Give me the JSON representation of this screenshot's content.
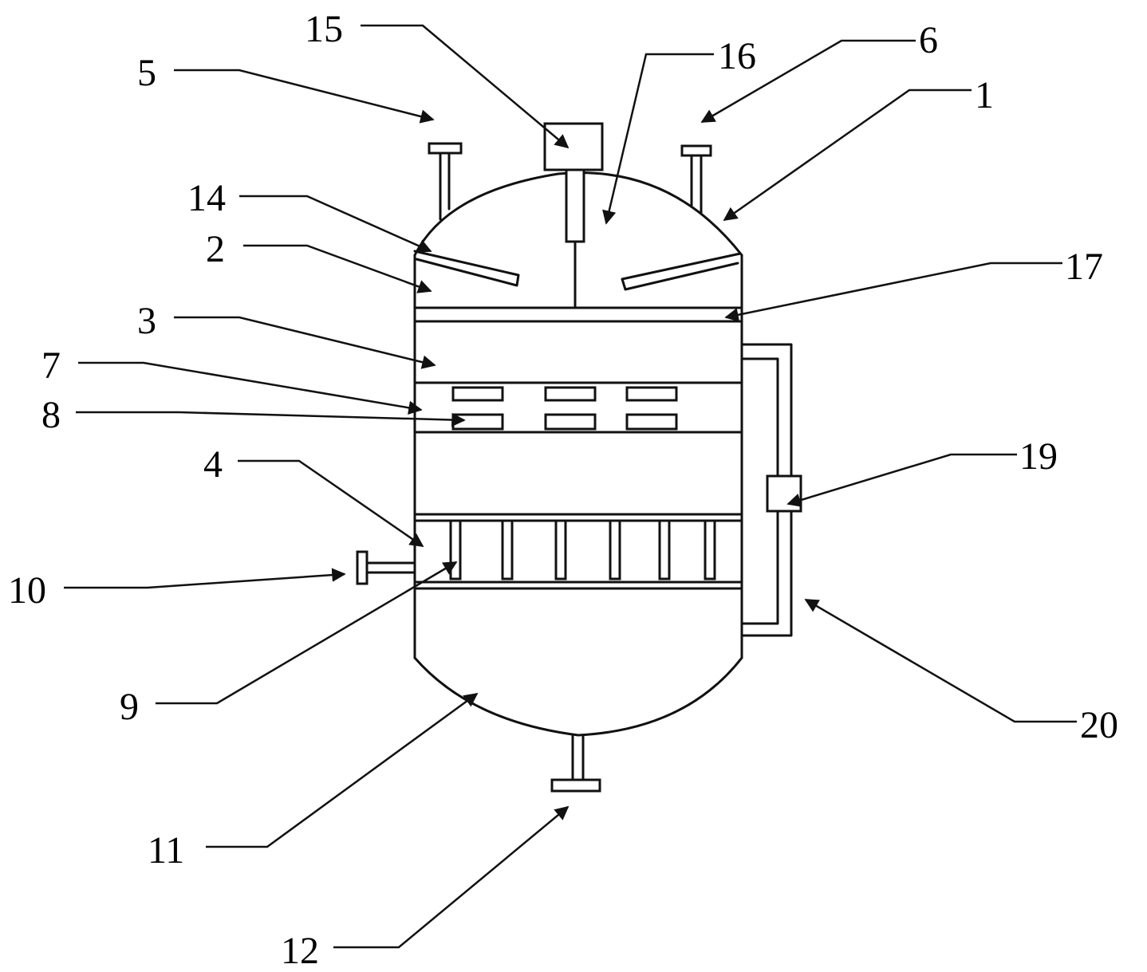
{
  "labels": {
    "l1": "1",
    "l2": "2",
    "l3": "3",
    "l4": "4",
    "l5": "5",
    "l6": "6",
    "l7": "7",
    "l8": "8",
    "l9": "9",
    "l10": "10",
    "l11": "11",
    "l12": "12",
    "l14": "14",
    "l15": "15",
    "l16": "16",
    "l17": "17",
    "l19": "19",
    "l20": "20"
  },
  "colors": {
    "line": "#111111",
    "background": "#ffffff"
  }
}
